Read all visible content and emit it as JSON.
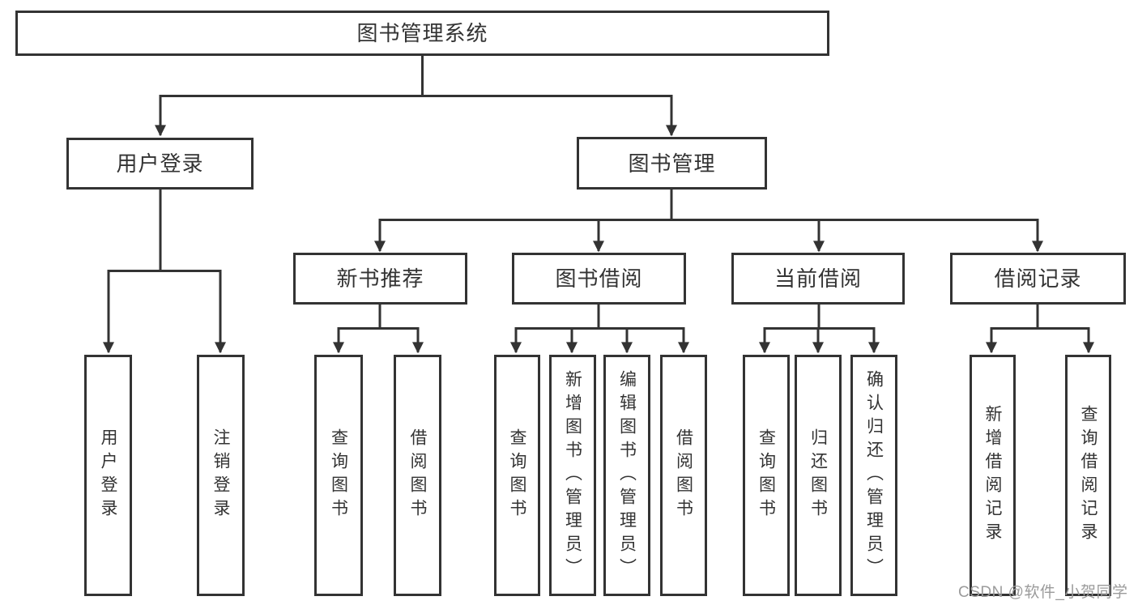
{
  "diagram": {
    "root": {
      "label": "图书管理系统"
    },
    "branches": {
      "user_login": {
        "label": "用户登录"
      },
      "book_mgmt": {
        "label": "图书管理"
      }
    },
    "modules": {
      "new_book_rec": {
        "label": "新书推荐"
      },
      "book_borrow": {
        "label": "图书借阅"
      },
      "current_borrow": {
        "label": "当前借阅"
      },
      "borrow_records": {
        "label": "借阅记录"
      }
    },
    "leaves": {
      "user_login_leaf": {
        "label": "用户登录"
      },
      "logout": {
        "label": "注销登录"
      },
      "nb_query": {
        "label": "查询图书"
      },
      "nb_borrow": {
        "label": "借阅图书"
      },
      "bb_query": {
        "label": "查询图书"
      },
      "bb_add": {
        "label": "新增图书（管理员）"
      },
      "bb_edit": {
        "label": "编辑图书（管理员）"
      },
      "bb_borrow": {
        "label": "借阅图书"
      },
      "cb_query": {
        "label": "查询图书"
      },
      "cb_return": {
        "label": "归还图书"
      },
      "cb_confirm": {
        "label": "确认归还（管理员）"
      },
      "br_add": {
        "label": "新增借阅记录"
      },
      "br_query": {
        "label": "查询借阅记录"
      }
    }
  },
  "watermark": "CSDN @软件_小贺同学",
  "colors": {
    "line": "#333333",
    "box_border": "#333333",
    "box_fill": "#ffffff",
    "text": "#333333",
    "watermark": "#9b9b9b"
  }
}
